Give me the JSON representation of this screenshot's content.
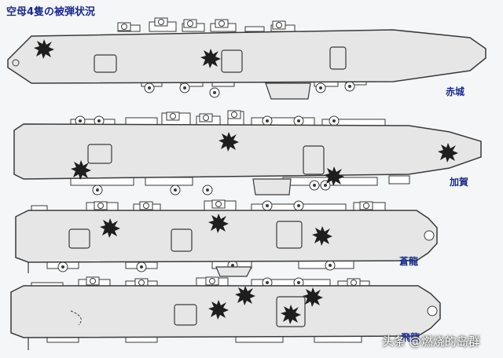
{
  "title": "空母4隻の被弾状況",
  "carriers": [
    {
      "name": "赤城",
      "hits": 2
    },
    {
      "name": "加賀",
      "hits": 4
    },
    {
      "name": "蒼龍",
      "hits": 3
    },
    {
      "name": "飛龍",
      "hits": 4
    }
  ],
  "watermark": "头条 @燃烧的岛群",
  "colors": {
    "deck_fill": "#e6e6e6",
    "outline": "#3a3a3a",
    "hit": "#1e1e1e",
    "label": "#1a2a8a",
    "background": "#f4f6f7"
  }
}
